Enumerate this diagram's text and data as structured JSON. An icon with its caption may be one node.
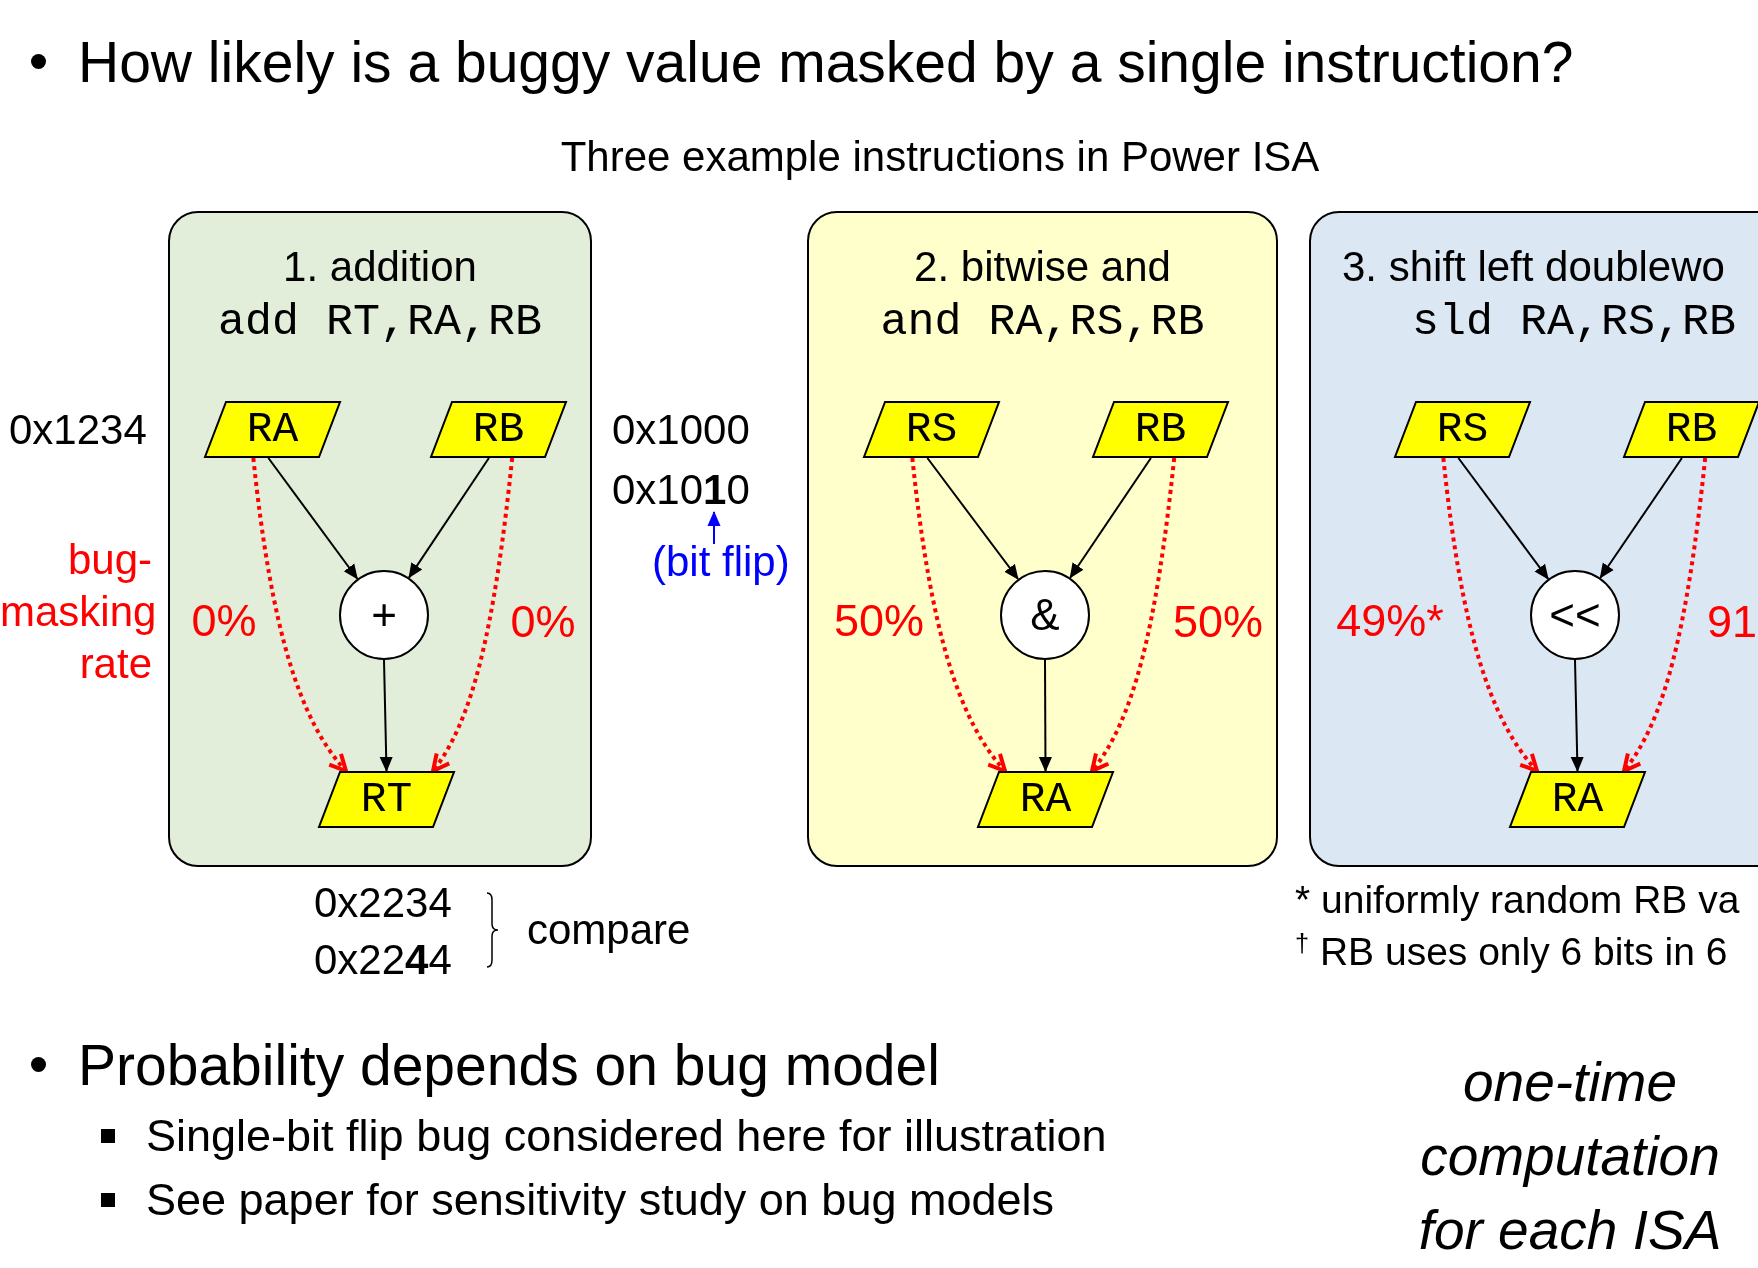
{
  "diagram": {
    "title": "How likely is a buggy value masked by a single instruction?",
    "nodes": [
      {
        "text": [
          "1. addition",
          "add RT,RA,RB"
        ]
      },
      {
        "text": [
          "RA"
        ],
        "in": 0
      },
      {
        "text": [
          "RB"
        ],
        "in": 0
      },
      {
        "text": [
          "+"
        ],
        "in": 0
      },
      {
        "text": [
          "RT"
        ],
        "in": 0
      },
      {
        "text": [
          "2. bitwise and",
          "and RA,RS,RB"
        ]
      },
      {
        "text": [
          "RS"
        ],
        "in": 5
      },
      {
        "text": [
          "RB"
        ],
        "in": 5
      },
      {
        "text": [
          "&"
        ],
        "in": 5
      },
      {
        "text": [
          "RA"
        ],
        "in": 5
      },
      {
        "text": [
          "3. shift left doublewo",
          "sld RA,RS,RB"
        ]
      },
      {
        "text": [
          "RS"
        ],
        "in": 10
      },
      {
        "text": [
          "RB"
        ],
        "in": 10
      },
      {
        "text": [
          "<<"
        ],
        "in": 10
      },
      {
        "text": [
          "RA"
        ],
        "in": 10
      },
      {
        "text": [
          "0x10**1**0"
        ]
      },
      {
        "text": [
          "(bit flip)"
        ]
      }
    ],
    "edges": [
      {
        "from": 1,
        "to": 3,
        "arrow": "to"
      },
      {
        "from": 2,
        "to": 3,
        "arrow": "to"
      },
      {
        "from": 3,
        "to": 4,
        "arrow": "to"
      },
      {
        "from": 1,
        "to": 4,
        "arrow": "to",
        "label": "0%",
        "style": "dashed",
        "color": "#ff0000"
      },
      {
        "from": 2,
        "to": 4,
        "arrow": "to",
        "label": "0%",
        "style": "dashed",
        "color": "#ff0000"
      },
      {
        "from": 6,
        "to": 8,
        "arrow": "to"
      },
      {
        "from": 7,
        "to": 8,
        "arrow": "to"
      },
      {
        "from": 8,
        "to": 9,
        "arrow": "to"
      },
      {
        "from": 6,
        "to": 9,
        "arrow": "to",
        "label": "50%",
        "style": "dashed",
        "color": "#ff0000"
      },
      {
        "from": 7,
        "to": 9,
        "arrow": "to",
        "label": "50%",
        "style": "dashed",
        "color": "#ff0000"
      },
      {
        "from": 11,
        "to": 13,
        "arrow": "to"
      },
      {
        "from": 12,
        "to": 13,
        "arrow": "to"
      },
      {
        "from": 13,
        "to": 14,
        "arrow": "to"
      },
      {
        "from": 11,
        "to": 14,
        "arrow": "to",
        "label": "49%*",
        "style": "dashed",
        "color": "#ff0000"
      },
      {
        "from": 12,
        "to": 14,
        "arrow": "to",
        "label": "91",
        "style": "dashed",
        "color": "#ff0000"
      },
      {
        "from": 16,
        "to": 15,
        "arrow": "to",
        "color": "#0000ff"
      }
    ],
    "labels": [
      "Three example instructions in Power ISA",
      "0x1234",
      "0x1000",
      "bug- masking rate",
      "0x2234",
      "compare",
      "0x22**4**4",
      "* uniformly random RB va",
      "$^{†}$ RB uses only 6 bits in 6",
      "Probability depends on bug model",
      "Single-bit flip bug considered here for illustration",
      "See paper for sensitivity study on bug models",
      "one-time computation for each ISA"
    ]
  }
}
